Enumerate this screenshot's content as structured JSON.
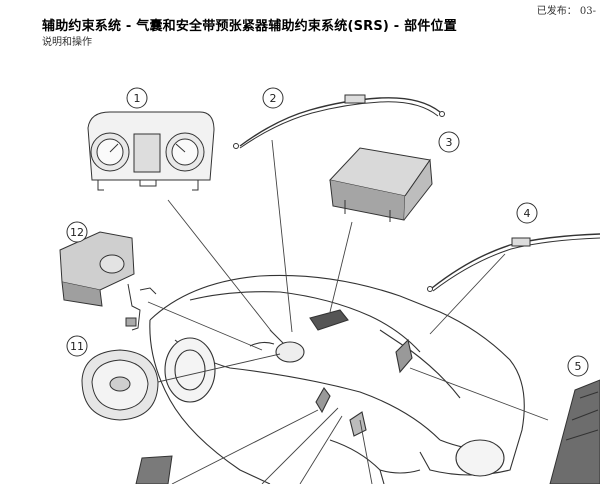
{
  "header": {
    "published": "已发布： 03-",
    "title": "辅助约束系统 - 气囊和安全带预张紧器辅助约束系统(SRS)  - 部件位置",
    "subtitle": "说明和操作"
  },
  "callouts": [
    "1",
    "2",
    "3",
    "4",
    "5",
    "11",
    "12"
  ]
}
